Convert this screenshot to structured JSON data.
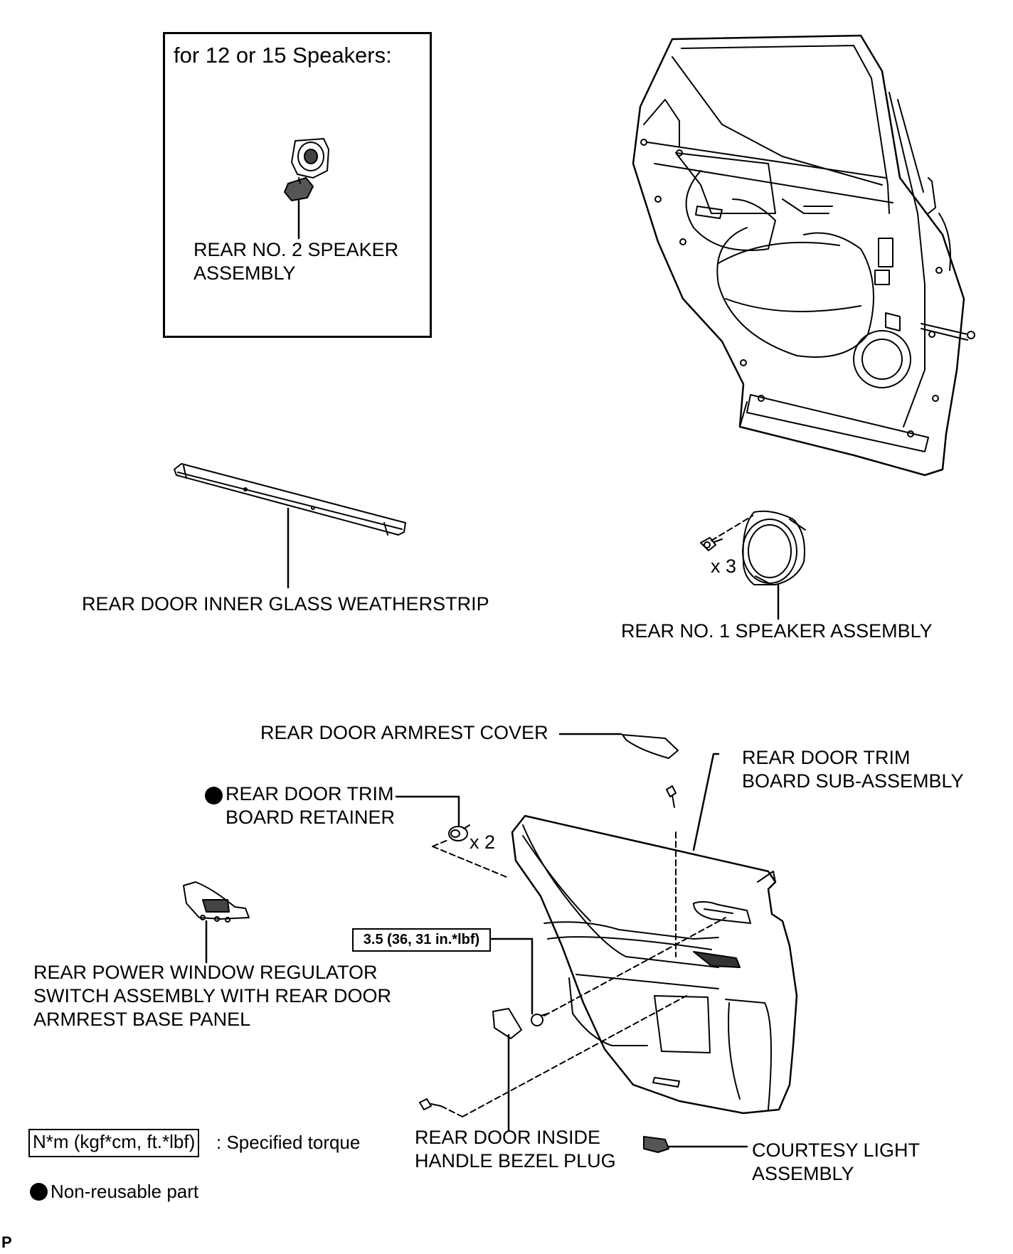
{
  "inset": {
    "title": "for 12 or 15 Speakers:",
    "speaker2_label": [
      "REAR NO. 2 SPEAKER",
      "ASSEMBLY"
    ]
  },
  "labels": {
    "weatherstrip": "REAR DOOR INNER GLASS WEATHERSTRIP",
    "speaker1": "REAR NO. 1 SPEAKER ASSEMBLY",
    "speaker1_qty": "x 3",
    "armrest_cover": "REAR DOOR ARMREST COVER",
    "trim_board": [
      "REAR DOOR TRIM",
      "BOARD SUB-ASSEMBLY"
    ],
    "retainer": [
      "REAR DOOR TRIM",
      "BOARD RETAINER"
    ],
    "retainer_qty": "x 2",
    "switch_assembly": [
      "REAR POWER WINDOW REGULATOR",
      "SWITCH ASSEMBLY WITH REAR DOOR",
      "ARMREST BASE PANEL"
    ],
    "torque_value": "3.5 (36, 31 in.*lbf)",
    "bezel_plug": [
      "REAR DOOR INSIDE",
      "HANDLE BEZEL PLUG"
    ],
    "courtesy_light": [
      "COURTESY LIGHT",
      "ASSEMBLY"
    ]
  },
  "legend": {
    "torque_unit": "N*m (kgf*cm, ft.*lbf)",
    "torque_desc": ": Specified torque",
    "nonreusable_desc": "Non-reusable part"
  },
  "corner_mark": "P"
}
